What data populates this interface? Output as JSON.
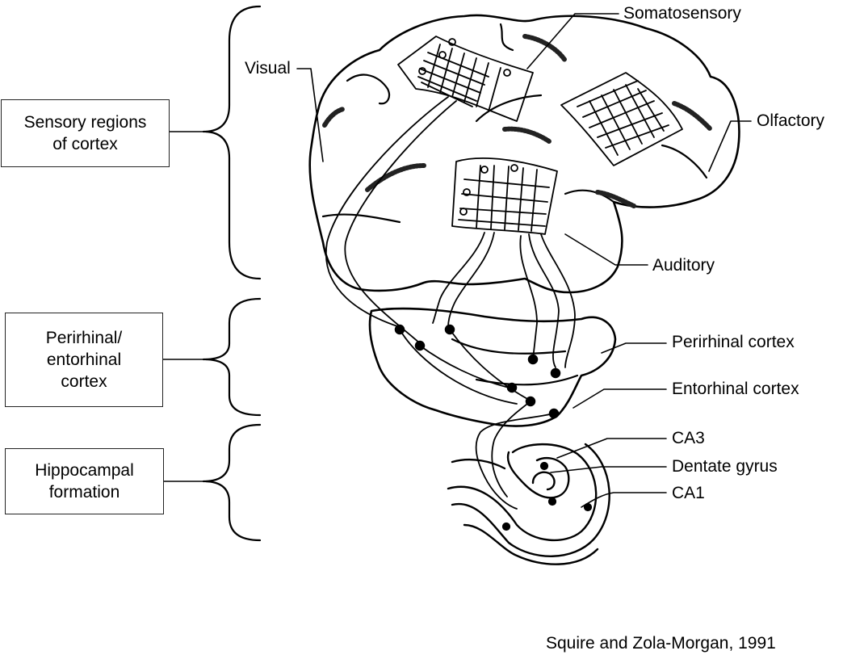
{
  "boxes": {
    "sensory": "Sensory regions\nof cortex",
    "perirhinal_entorhinal": "Perirhinal/\nentorhinal\ncortex",
    "hippocampal": "Hippocampal\nformation"
  },
  "labels": {
    "somatosensory": "Somatosensory",
    "visual": "Visual",
    "olfactory": "Olfactory",
    "auditory": "Auditory",
    "perirhinal_cortex": "Perirhinal cortex",
    "entorhinal_cortex": "Entorhinal cortex",
    "ca3": "CA3",
    "dentate_gyrus": "Dentate gyrus",
    "ca1": "CA1"
  },
  "citation": "Squire and Zola-Morgan, 1991"
}
